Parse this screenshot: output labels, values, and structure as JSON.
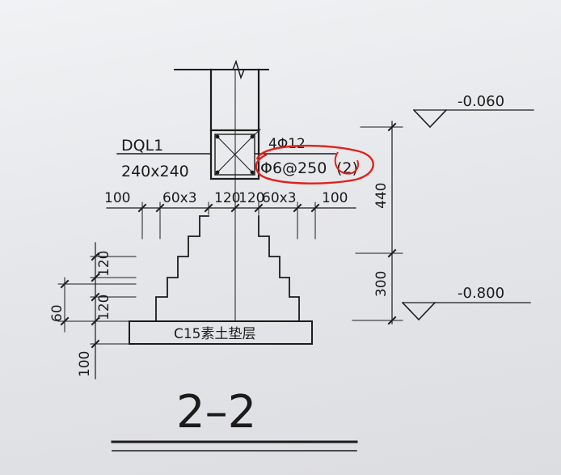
{
  "beam": {
    "name": "DQL1",
    "size": "240x240"
  },
  "rebar": {
    "longitudinal": "4Φ12",
    "stirrup": "Φ6@250",
    "stirrup_legs": "(2)"
  },
  "top_dims": {
    "d1": "100",
    "d2": "60x3",
    "d3": "120",
    "d4": "120",
    "d5": "60x3",
    "d6": "100"
  },
  "left_dims": {
    "v1": "120",
    "v2": "120",
    "v3": "60",
    "v4": "100"
  },
  "right_dims": {
    "h1": "440",
    "h2": "300"
  },
  "elevations": {
    "top": "-0.060",
    "bottom": "-0.800"
  },
  "cushion_label": "C15素土垫层",
  "section_label": "2–2",
  "colors": {
    "ink": "#1c1c1c",
    "markup": "#e0211b"
  }
}
